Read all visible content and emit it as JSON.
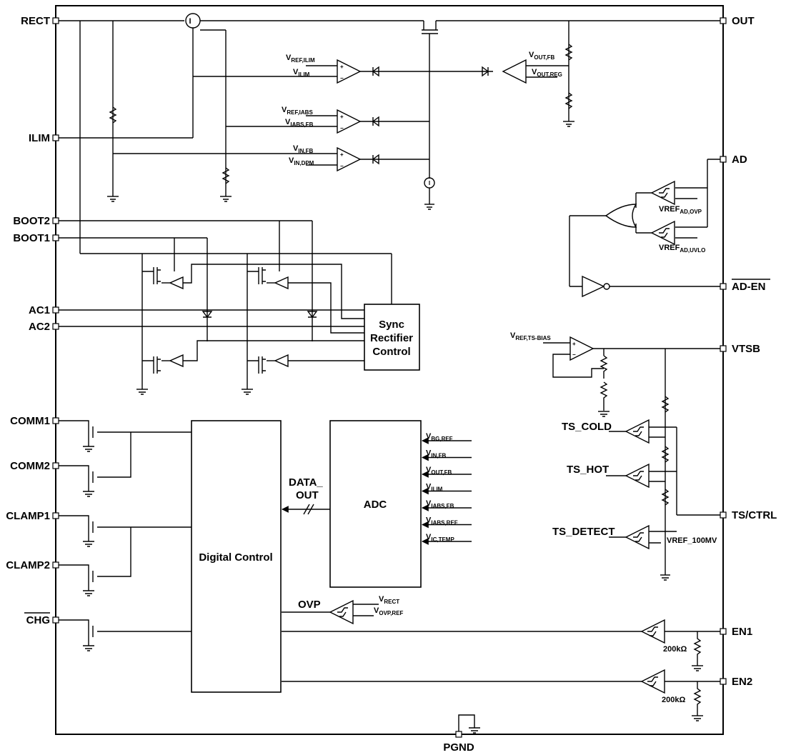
{
  "pins": {
    "rect": "RECT",
    "out": "OUT",
    "ilim": "ILIM",
    "ad": "AD",
    "boot2": "BOOT2",
    "boot1": "BOOT1",
    "ac1": "AC1",
    "ac2": "AC2",
    "ad_en": "AD-EN",
    "vtsb": "VTSB",
    "comm1": "COMM1",
    "comm2": "COMM2",
    "ts_ctrl": "TS/CTRL",
    "clamp1": "CLAMP1",
    "clamp2": "CLAMP2",
    "chg": "CHG",
    "en1": "EN1",
    "en2": "EN2",
    "pgnd": "PGND"
  },
  "blocks": {
    "sync_line1": "Sync",
    "sync_line2": "Rectifier",
    "sync_line3": "Control",
    "digital_control": "Digital Control",
    "adc": "ADC"
  },
  "signals": {
    "vref_ilim": {
      "main": "V",
      "sub": "REF,ILIM"
    },
    "vilim": {
      "main": "V",
      "sub": "ILIM"
    },
    "vref_iabs": {
      "main": "V",
      "sub": "REF,IABS"
    },
    "viabs_fb": {
      "main": "V",
      "sub": "IABS,FB"
    },
    "vin_fb": {
      "main": "V",
      "sub": "IN,FB"
    },
    "vin_dpm": {
      "main": "V",
      "sub": "IN,DPM"
    },
    "vout_fb": {
      "main": "V",
      "sub": "OUT,FB"
    },
    "vout_reg": {
      "main": "V",
      "sub": "OUT,REG"
    },
    "vref_ad_ovp": {
      "main": "VREF",
      "sub": "AD,OVP"
    },
    "vref_ad_uvlo": {
      "main": "VREF",
      "sub": "AD,UVLO"
    },
    "vref_ts_bias": {
      "main": "V",
      "sub": "REF,TS-BIAS"
    },
    "ts_cold": "TS_COLD",
    "ts_hot": "TS_HOT",
    "ts_detect": "TS_DETECT",
    "vref_100mv": "VREF_100MV",
    "data_out_1": "DATA_",
    "data_out_2": "OUT",
    "ovp": "OVP",
    "v_rect": {
      "main": "V",
      "sub": "RECT"
    },
    "v_ovp_ref": {
      "main": "V",
      "sub": "OVP,REF"
    },
    "res_200k_1": "200kΩ",
    "res_200k_2": "200kΩ",
    "current_source_top": "I",
    "current_source_bot": "I"
  },
  "adc_inputs": [
    {
      "main": "V",
      "sub": "BG,REF"
    },
    {
      "main": "V",
      "sub": "IN,FB"
    },
    {
      "main": "V",
      "sub": "OUT,FB"
    },
    {
      "main": "V",
      "sub": "ILIM"
    },
    {
      "main": "V",
      "sub": "IABS,FB"
    },
    {
      "main": "V",
      "sub": "IABS,REF"
    },
    {
      "main": "V",
      "sub": "IC,TEMP"
    }
  ]
}
